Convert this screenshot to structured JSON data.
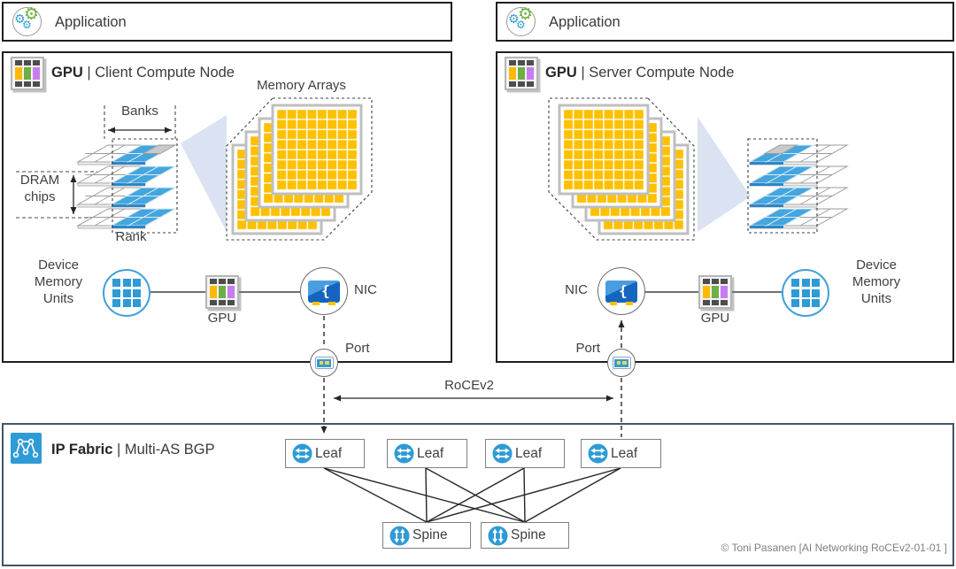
{
  "colors": {
    "memory_yellow": "#FFC000",
    "chip_blue": "#45A5DE",
    "device_blue": "#2E9BD6",
    "nic_blue": "#1565C0",
    "gear_green": "#6CB33F",
    "gear_blue": "#2E9BD6",
    "gpu_yellow": "#FFB900",
    "gpu_green": "#6FAE44",
    "gpu_purple": "#C77DF2",
    "fabric_border": "#44546A",
    "box_border": "#1f1f1f",
    "cone_blue": "#dbe3f2"
  },
  "icons": {
    "application": "gears-icon",
    "gpu": "chip-grid-icon",
    "device_memory": "memory-grid-icon",
    "nic": "network-card-icon",
    "port": "port-icon",
    "leaf": "switch-horizontal-arrows-icon",
    "spine": "switch-vertical-arrows-icon",
    "ip_fabric": "network-graph-icon"
  },
  "client_node": {
    "app_label": "Application",
    "title": "GPU",
    "title_suffix": "| Client Compute Node",
    "memory_arrays_label": "Memory Arrays",
    "banks_label": "Banks",
    "dram_chips_label": "DRAM chips",
    "rank_label": "Rank",
    "device_memory_label": "Device Memory Units",
    "gpu_label": "GPU",
    "nic_label": "NIC",
    "port_label": "Port"
  },
  "server_node": {
    "app_label": "Application",
    "title": "GPU",
    "title_suffix": "| Server Compute Node",
    "device_memory_label": "Device Memory Units",
    "gpu_label": "GPU",
    "nic_label": "NIC",
    "port_label": "Port"
  },
  "link": {
    "label": "RoCEv2"
  },
  "fabric": {
    "title": "IP Fabric",
    "title_suffix": "| Multi-AS BGP",
    "leaves": [
      "Leaf",
      "Leaf",
      "Leaf",
      "Leaf"
    ],
    "spines": [
      "Spine",
      "Spine"
    ]
  },
  "footer": {
    "copyright": "© Toni Pasanen [AI Networking RoCEv2-01-01 ]"
  }
}
